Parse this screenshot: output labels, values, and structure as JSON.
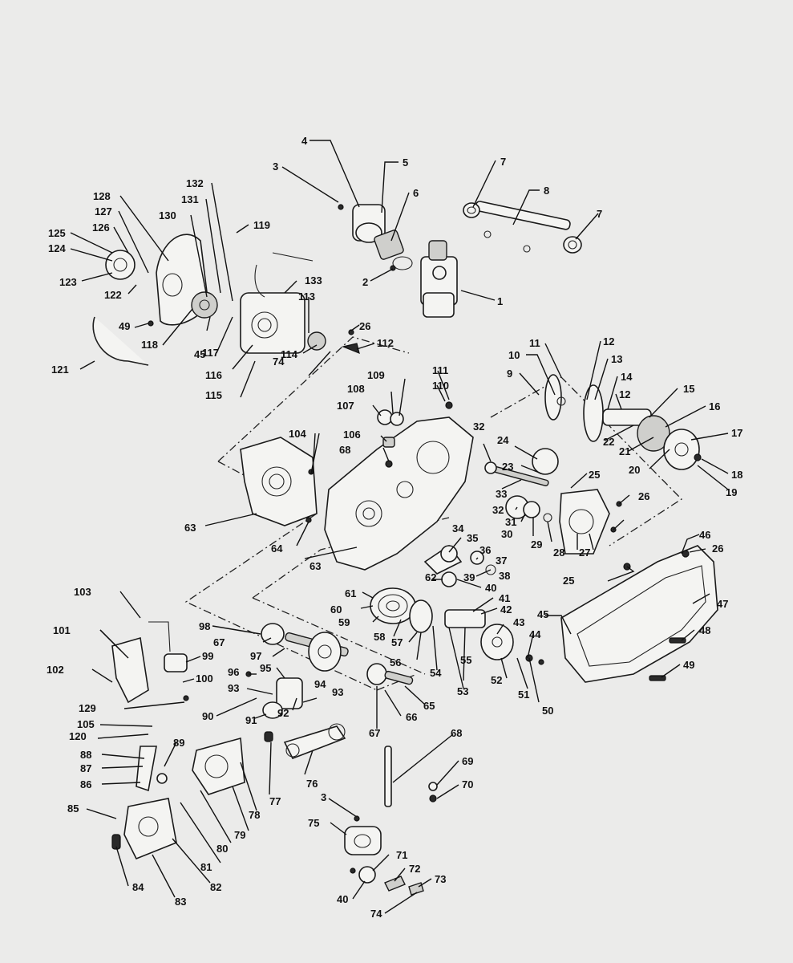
{
  "callouts": [
    "1",
    "2",
    "3",
    "4",
    "5",
    "6",
    "7",
    "8",
    "9",
    "10",
    "11",
    "12",
    "13",
    "14",
    "15",
    "16",
    "17",
    "18",
    "19",
    "20",
    "21",
    "22",
    "23",
    "24",
    "25",
    "26",
    "27",
    "28",
    "29",
    "30",
    "31",
    "32",
    "33",
    "34",
    "35",
    "36",
    "37",
    "38",
    "39",
    "40",
    "41",
    "42",
    "43",
    "44",
    "45",
    "46",
    "47",
    "48",
    "49",
    "50",
    "51",
    "52",
    "53",
    "54",
    "55",
    "56",
    "57",
    "58",
    "59",
    "60",
    "61",
    "62",
    "63",
    "64",
    "65",
    "66",
    "67",
    "68",
    "69",
    "70",
    "71",
    "72",
    "73",
    "74",
    "75",
    "76",
    "77",
    "78",
    "79",
    "80",
    "81",
    "82",
    "83",
    "84",
    "85",
    "86",
    "87",
    "88",
    "89",
    "90",
    "91",
    "92",
    "93",
    "94",
    "95",
    "96",
    "97",
    "98",
    "99",
    "100",
    "101",
    "102",
    "103",
    "104",
    "105",
    "106",
    "107",
    "108",
    "109",
    "110",
    "111",
    "112",
    "113",
    "114",
    "115",
    "116",
    "117",
    "118",
    "119",
    "120",
    "121",
    "122",
    "123",
    "124",
    "125",
    "126",
    "127",
    "128",
    "129",
    "130",
    "131",
    "132",
    "133"
  ]
}
